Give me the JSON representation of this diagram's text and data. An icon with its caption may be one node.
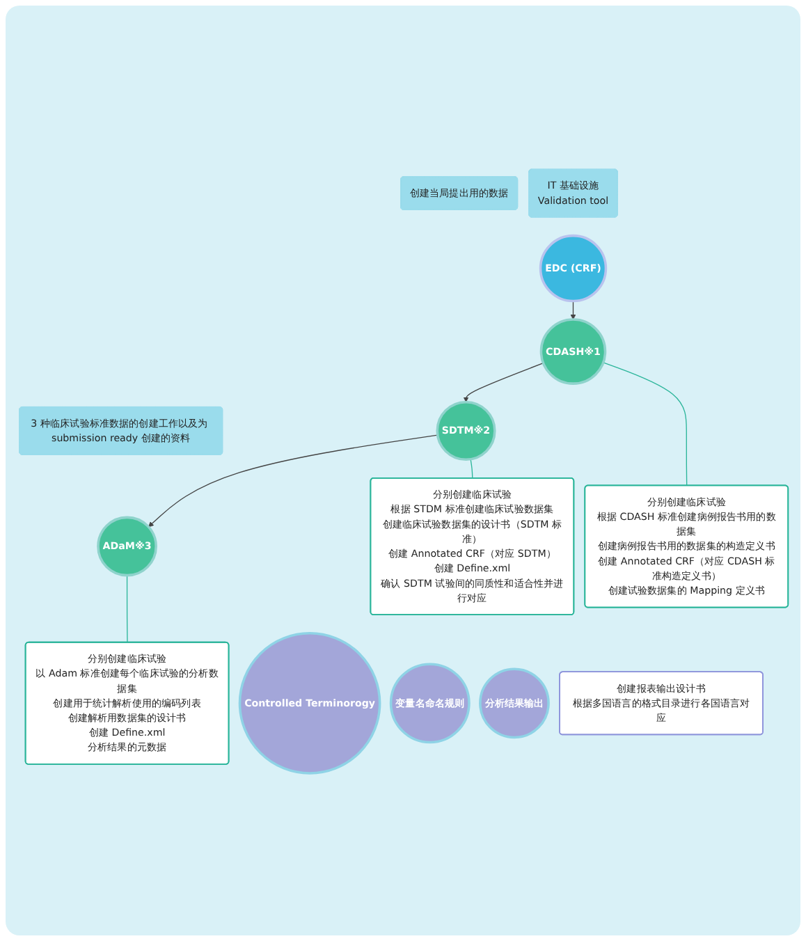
{
  "diagram": {
    "nodes": [
      {
        "text": [
          "3 种临床试验标准数据的创建工作以及为 submission ready 创建的资料"
        ]
      },
      {
        "text": [
          "创建当局提出用的数据"
        ]
      },
      {
        "text": [
          "IT 基础设施",
          "Validation tool"
        ]
      },
      {
        "text": [
          "ADaM※3"
        ]
      },
      {
        "text": [
          "分别创建临床试验",
          "以 Adam 标准创建每个临床试验的分析数据集",
          "创建用于统计解析使用的编码列表",
          "创建解析用数据集的设计书",
          "创建 Define.xml",
          "分析结果的元数据"
        ]
      },
      {
        "text": [
          "EDC (CRF)"
        ]
      },
      {
        "text": [
          "CDASH※1"
        ]
      },
      {
        "text": [
          "SDTM※2"
        ]
      },
      {
        "text": [
          "分别创建临床试验",
          "根据 CDASH 标准创建病例报告书用的数据集",
          "创建病例报告书用的数据集的构造定义书",
          "创建 Annotated CRF（对应 CDASH 标准构造定义书）",
          "创建试验数据集的 Mapping 定义书"
        ]
      },
      {
        "text": [
          "分别创建临床试验",
          "根据 STDM 标准创建临床试验数据集",
          "创建临床试验数据集的设计书（SDTM 标准）",
          "创建 Annotated CRF（对应 SDTM）",
          "创建 Define.xml",
          "确认 SDTM 试验间的同质性和适合性并进行对应"
        ]
      },
      {
        "text": [
          "Controlled Terminorogy"
        ]
      },
      {
        "text": [
          "变量名命名规则"
        ]
      },
      {
        "text": [
          "分析结果输出"
        ]
      },
      {
        "text": [
          "创建报表输出设计书",
          "根据多国语言的格式目录进行各国语言对应"
        ]
      }
    ],
    "edges": [
      {
        "from": 5,
        "to": 6,
        "arrow": "to"
      },
      {
        "from": 6,
        "to": 7,
        "arrow": "to"
      },
      {
        "from": 7,
        "to": 3,
        "arrow": "to"
      },
      {
        "from": 3,
        "to": 4,
        "arrow": "none",
        "color": "#2bb59a"
      },
      {
        "from": 6,
        "to": 8,
        "arrow": "none",
        "color": "#2bb59a"
      },
      {
        "from": 7,
        "to": 9,
        "arrow": "none",
        "color": "#2bb59a"
      }
    ]
  }
}
